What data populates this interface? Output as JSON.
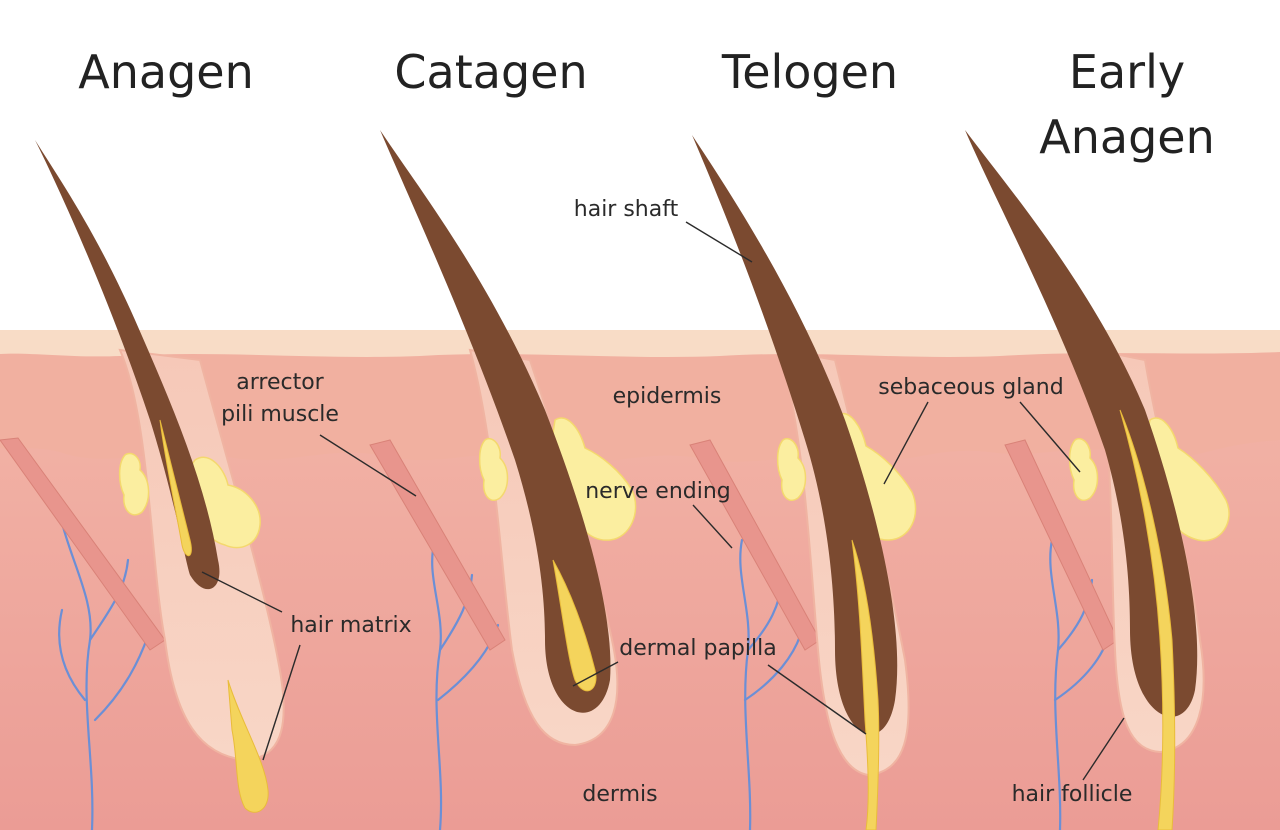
{
  "stages": [
    "Anagen",
    "Catagen",
    "Telogen",
    "Early",
    "Anagen"
  ],
  "labels": {
    "hair_shaft": "hair shaft",
    "arrector_1": "arrector",
    "arrector_2": "pili muscle",
    "epidermis": "epidermis",
    "sebaceous_gland": "sebaceous gland",
    "nerve_ending": "nerve ending",
    "hair_matrix": "hair matrix",
    "dermal_papilla": "dermal papilla",
    "dermis": "dermis",
    "hair_follicle": "hair follicle"
  },
  "colors": {
    "sky": "#ffffff",
    "epidermis_top": "#f7dcc4",
    "epidermis": "#f1b3a3",
    "dermis": "#f0a8a0",
    "follicle": "#f6c6b6",
    "hair": "#7a4a32",
    "papilla": "#f3d25a",
    "gland": "#faeb9a",
    "nerve": "#6b8fd6"
  }
}
